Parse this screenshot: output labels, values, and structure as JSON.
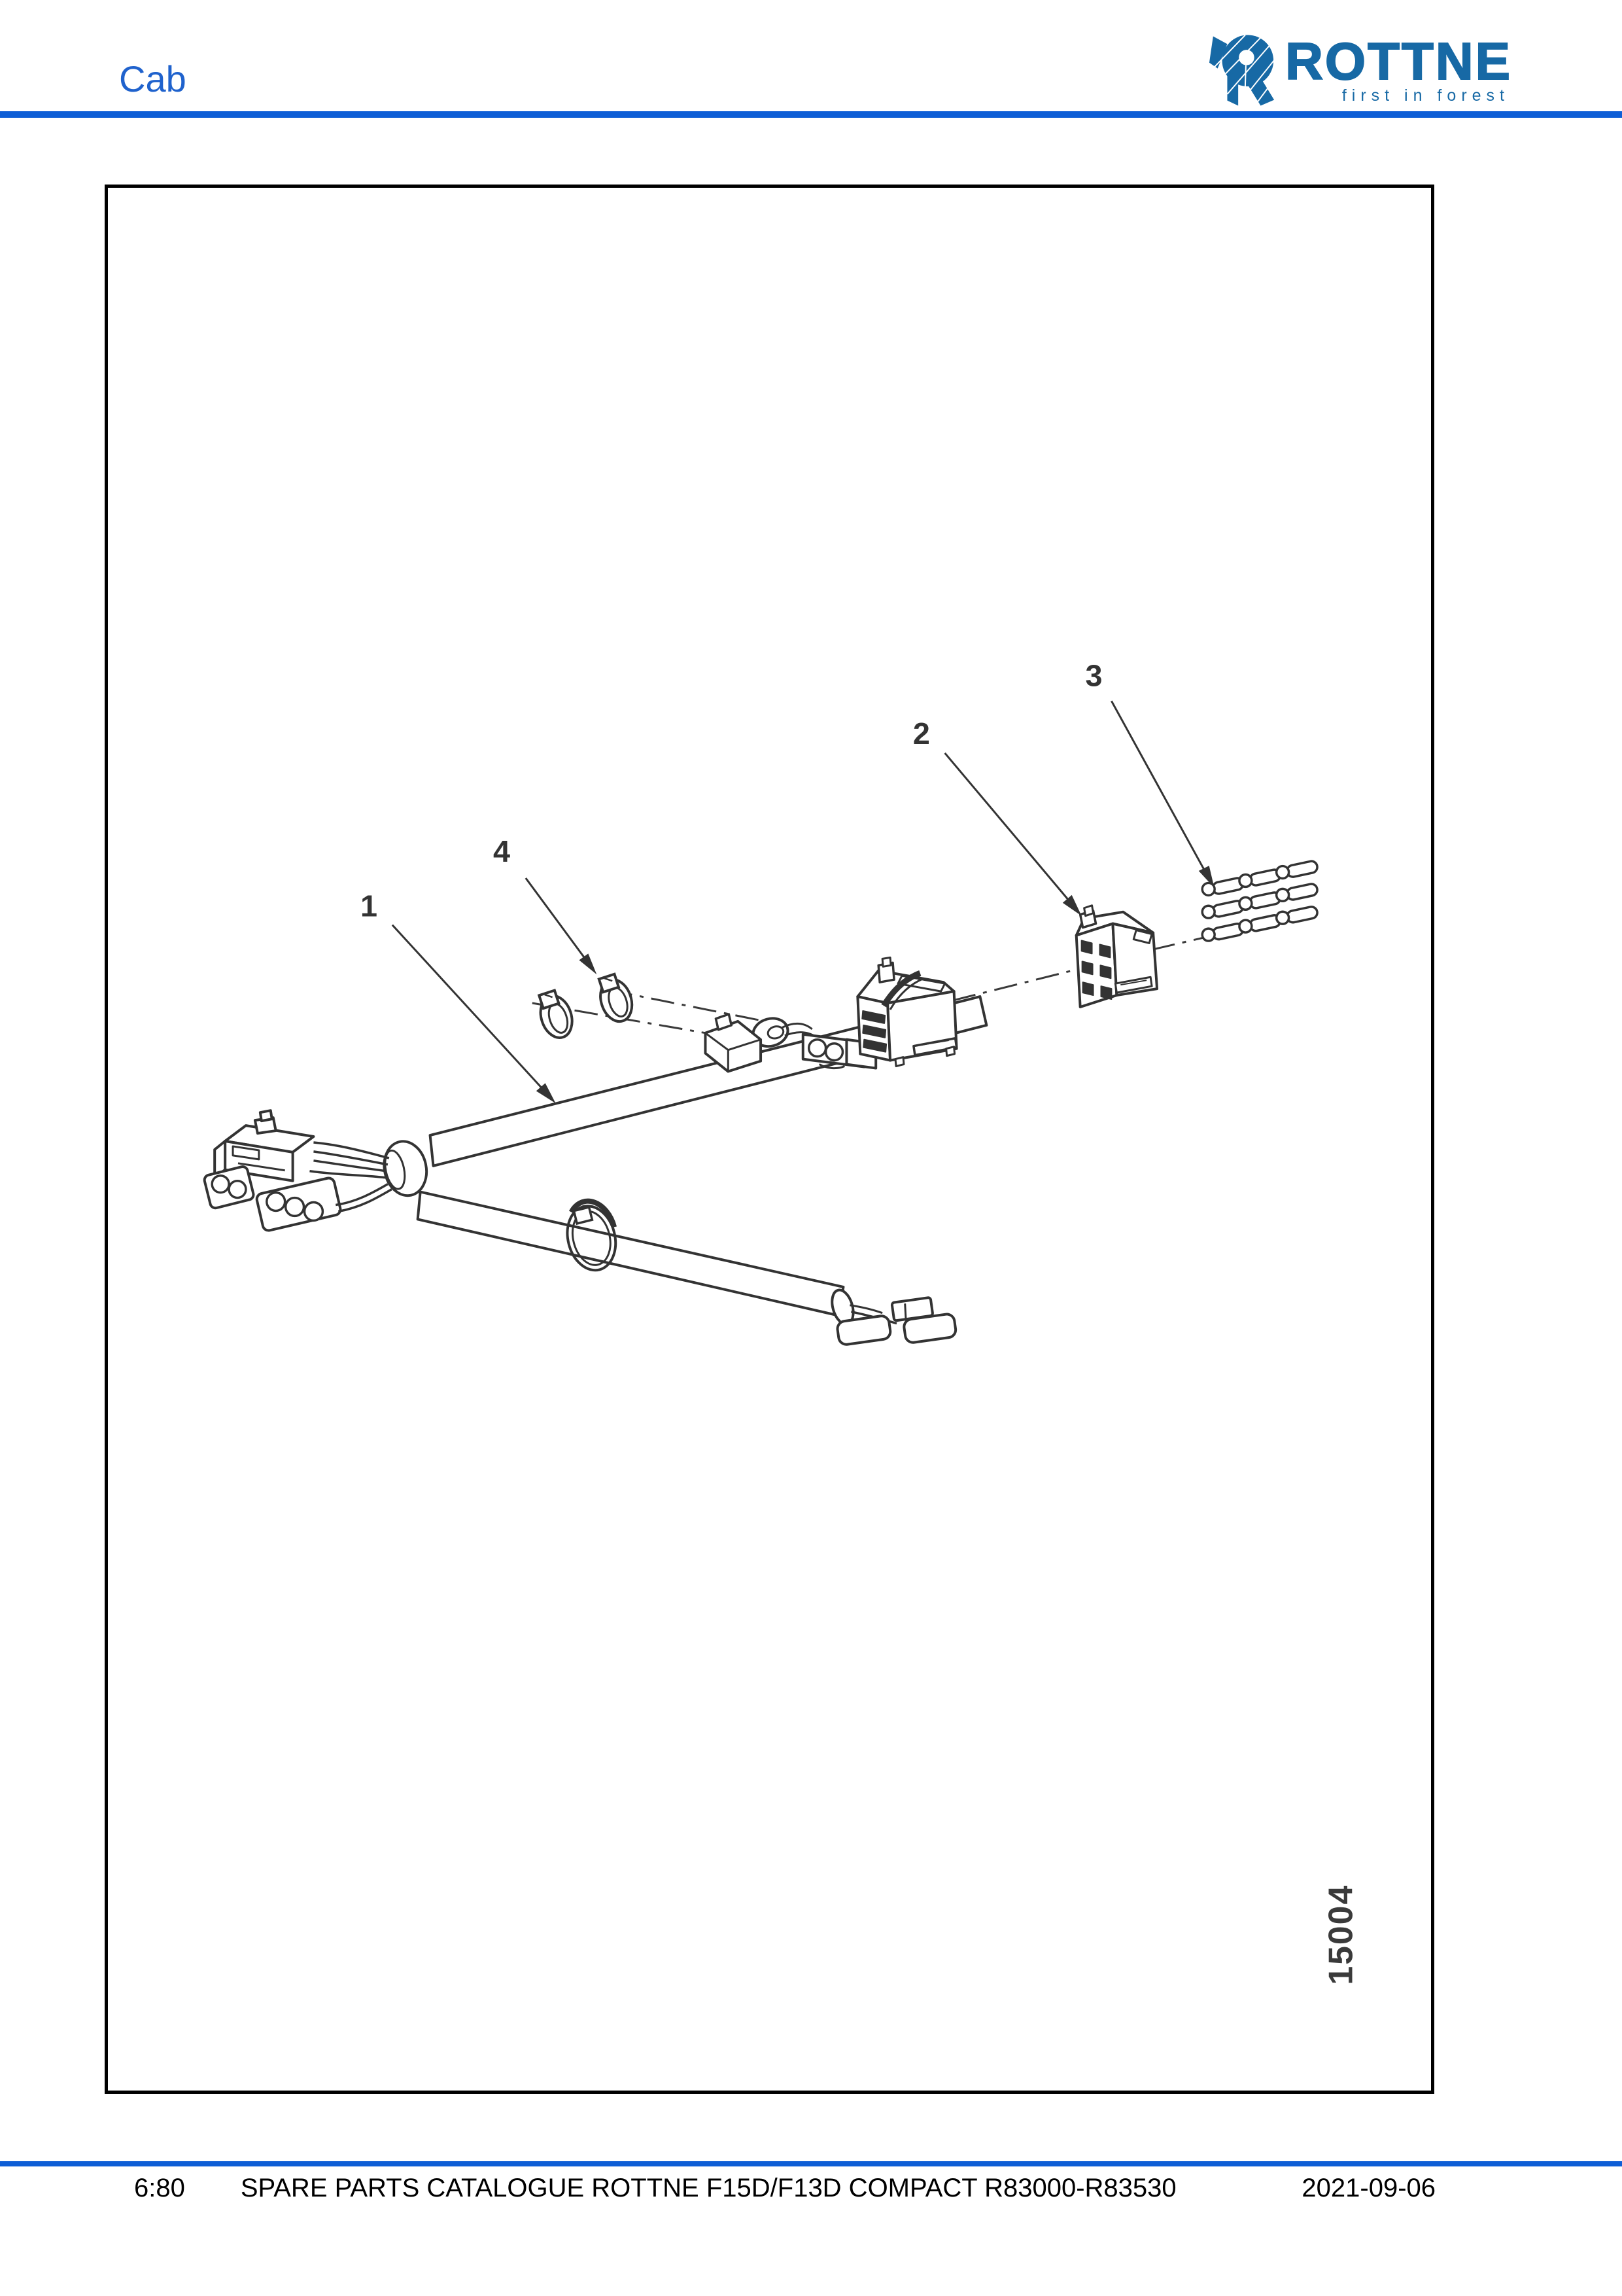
{
  "header": {
    "title": "Cab",
    "logo": {
      "name": "ROTTNE",
      "tagline": "first in forest"
    }
  },
  "figure": {
    "number": "15004",
    "callouts": [
      {
        "label": "1"
      },
      {
        "label": "2"
      },
      {
        "label": "3"
      },
      {
        "label": "4"
      }
    ]
  },
  "footer": {
    "page_ref": "6:80",
    "title": "SPARE PARTS CATALOGUE ROTTNE F15D/F13D COMPACT R83000-R83530",
    "date": "2021-09-06"
  },
  "colors": {
    "rule_blue": "#0e5ed6",
    "title_blue": "#1f62cd",
    "logo_blue": "#1769a5",
    "ink": "#333333"
  }
}
